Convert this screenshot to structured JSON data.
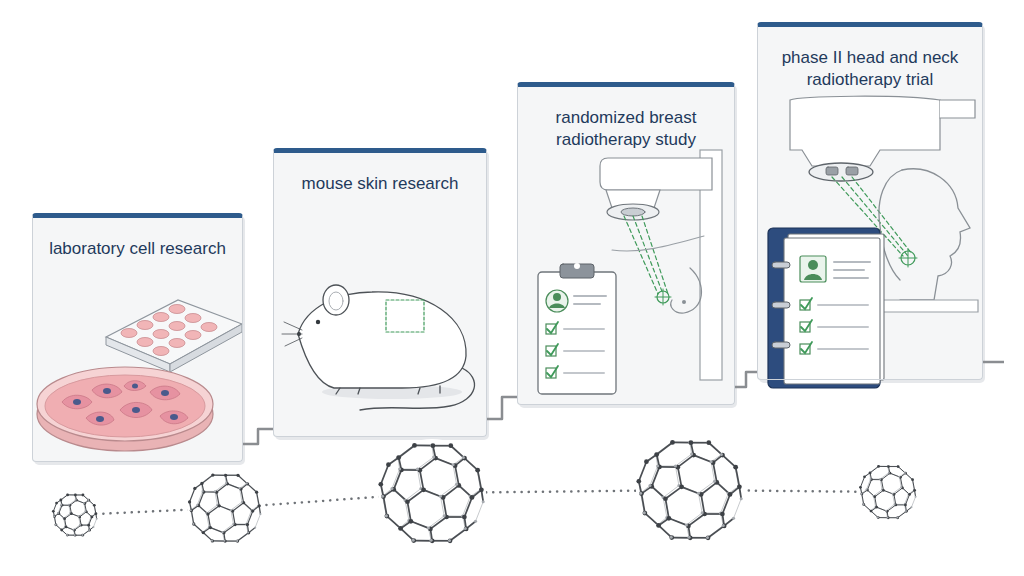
{
  "diagram": {
    "nodes": [
      {
        "text": [
          "laboratory cell research"
        ]
      },
      {
        "text": [
          "mouse skin research"
        ]
      },
      {
        "text": [
          "randomized breast radiotherapy study"
        ]
      },
      {
        "text": [
          "phase II head and neck radiotherapy trial"
        ]
      }
    ],
    "edges": [
      {
        "from": 0,
        "to": 1,
        "arrow": "none"
      },
      {
        "from": 1,
        "to": 2,
        "arrow": "none"
      },
      {
        "from": 2,
        "to": 3,
        "arrow": "none"
      }
    ]
  }
}
